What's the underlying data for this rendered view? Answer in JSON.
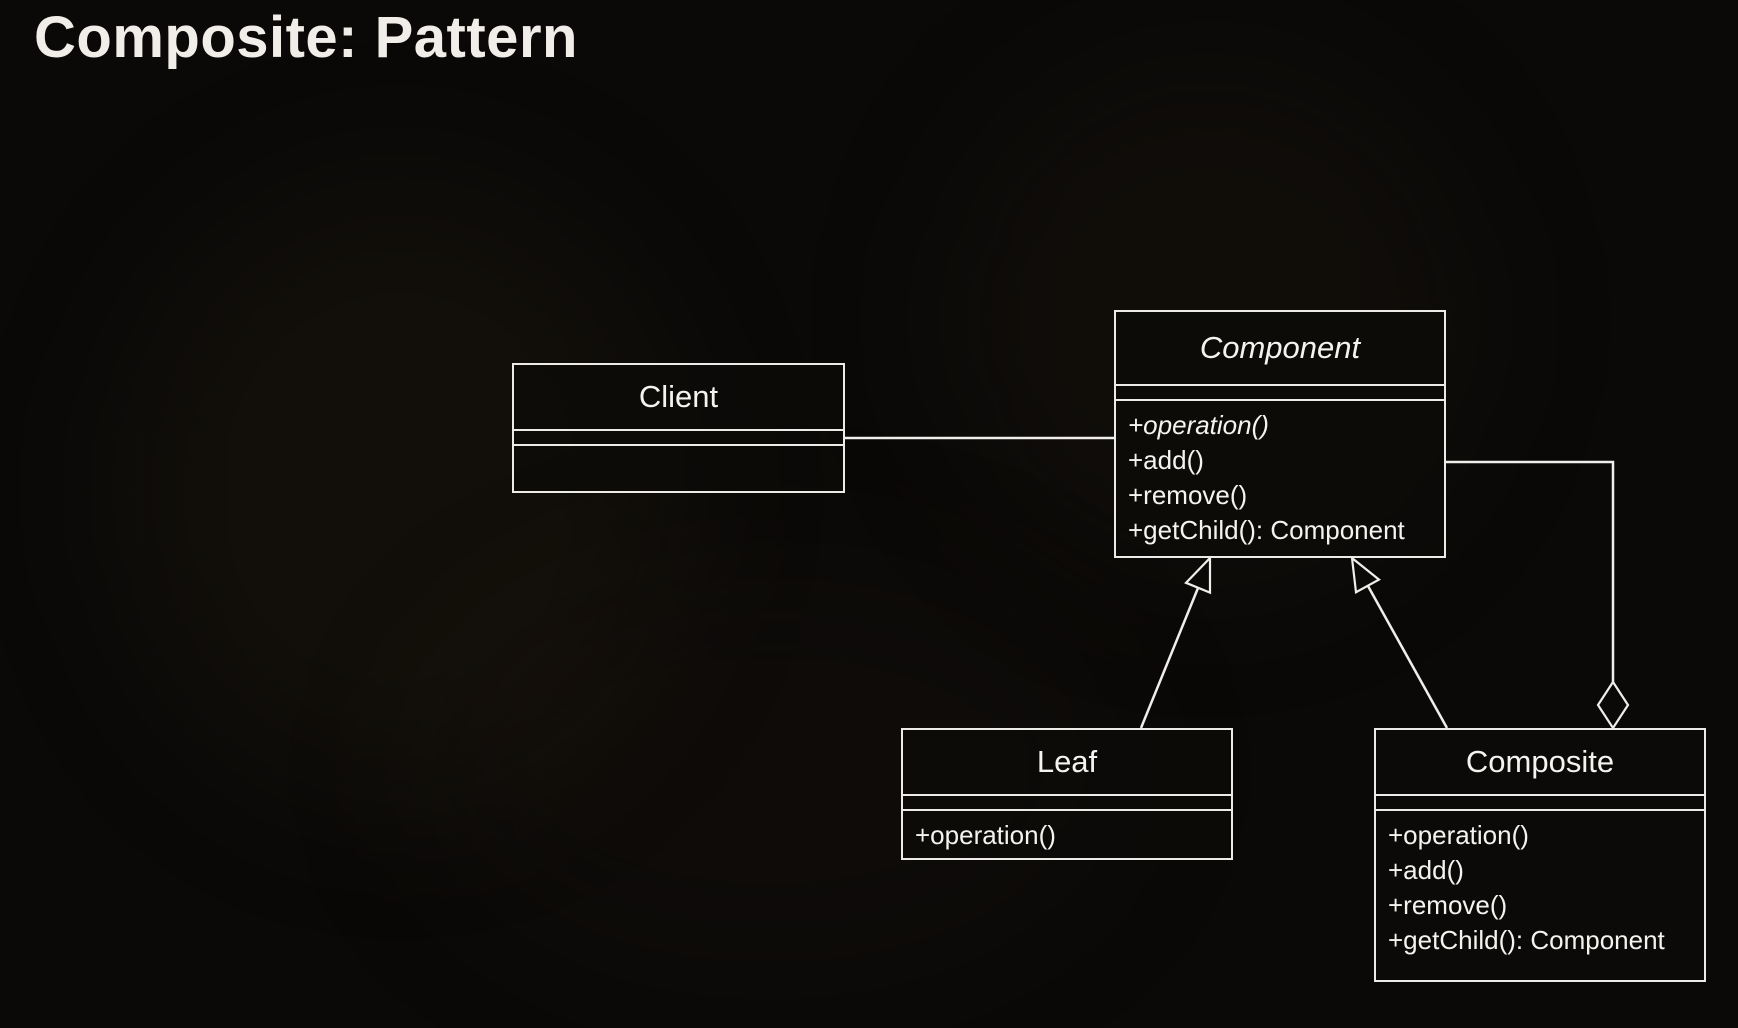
{
  "slide": {
    "title": "Composite: Pattern"
  },
  "colors": {
    "background": "#0a0908",
    "box_border": "#ecebe8",
    "text": "#f5f3ef",
    "line": "#efeeea"
  },
  "diagram": {
    "client": {
      "name": "Client"
    },
    "component": {
      "name": "Component",
      "abstract": true,
      "methods": [
        "+operation()",
        "+add()",
        "+remove()",
        "+getChild(): Component"
      ]
    },
    "leaf": {
      "name": "Leaf",
      "methods": [
        "+operation()"
      ]
    },
    "composite": {
      "name": "Composite",
      "methods": [
        "+operation()",
        "+add()",
        "+remove()",
        "+getChild(): Component"
      ]
    },
    "relationships": {
      "client_component": "association",
      "leaf_component": "generalization",
      "composite_component": "generalization",
      "composite_aggregation": "aggregation"
    }
  }
}
